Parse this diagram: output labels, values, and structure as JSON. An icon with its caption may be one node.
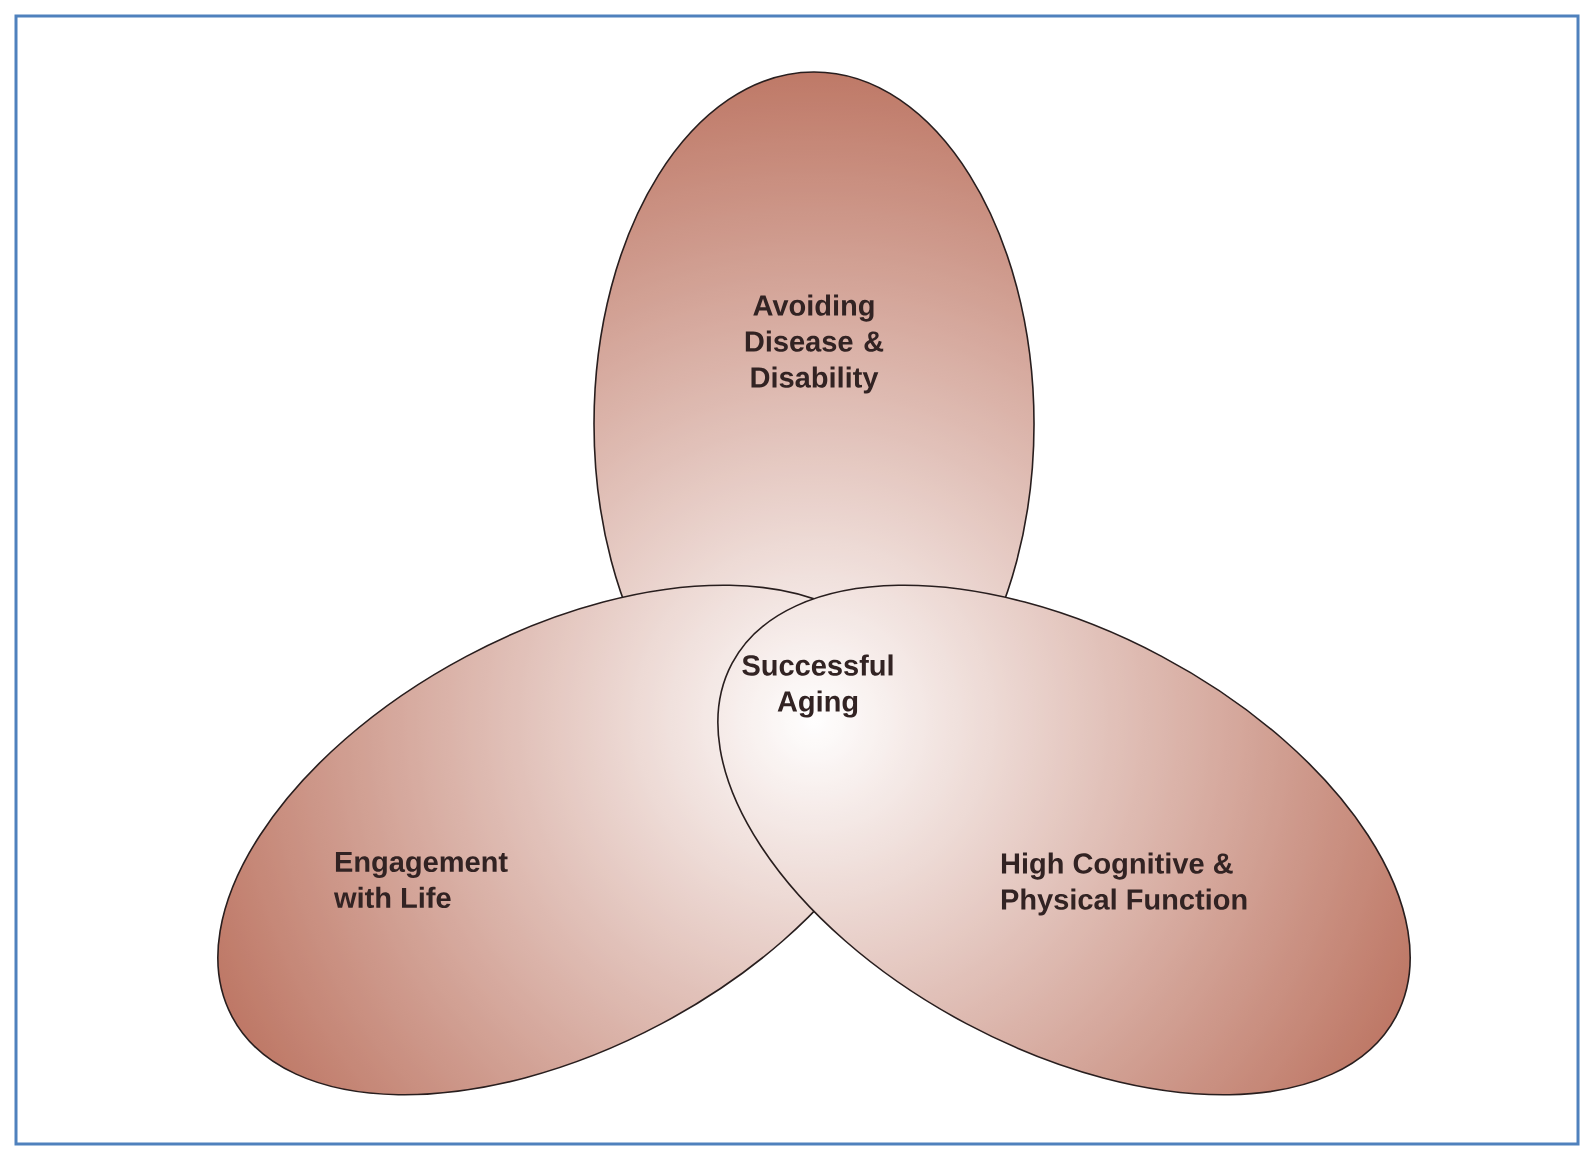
{
  "diagram": {
    "nodes": [
      {
        "text": [
          "Avoiding Disease & Disability"
        ]
      },
      {
        "text": [
          "Successful Aging"
        ]
      },
      {
        "text": [
          "Engagement with Life"
        ]
      },
      {
        "text": [
          "High Cognitive & Physical Function"
        ]
      }
    ]
  }
}
